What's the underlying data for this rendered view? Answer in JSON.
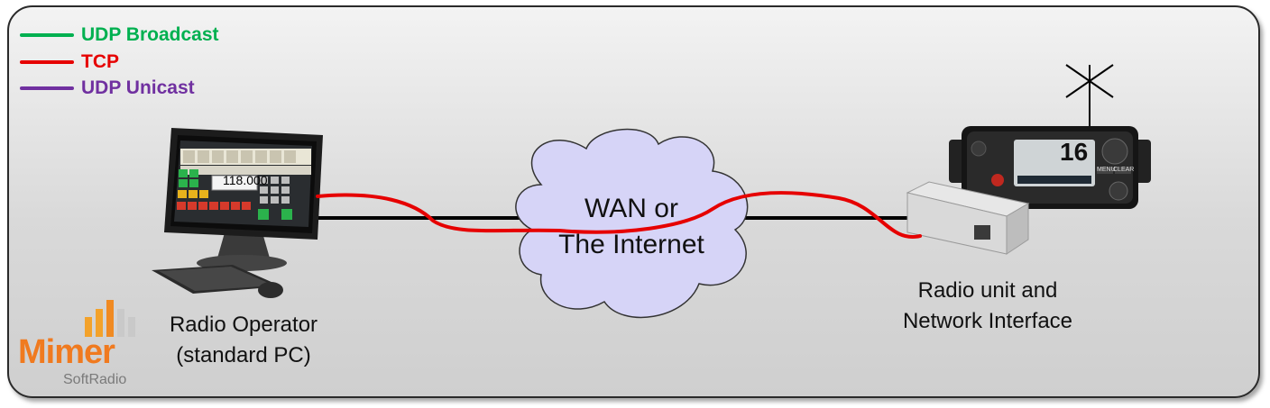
{
  "legend": [
    {
      "label": "UDP Broadcast",
      "color": "#00b050"
    },
    {
      "label": "TCP",
      "color": "#e60000"
    },
    {
      "label": "UDP Unicast",
      "color": "#7030a0"
    }
  ],
  "cloud": {
    "line1": "WAN or",
    "line2": "The Internet"
  },
  "operator": {
    "line1": "Radio Operator",
    "line2": "(standard PC)"
  },
  "radio": {
    "line1": "Radio unit and",
    "line2": "Network Interface"
  },
  "pc_screen": {
    "frequency": "118.000"
  },
  "radio_display": {
    "channel": "16",
    "button_1": "CLEAR",
    "button_2": "MENU"
  },
  "logo": {
    "word": "Mimer",
    "sub": "SoftRadio"
  },
  "colors": {
    "tcp_link": "#e60000",
    "wire": "#000000",
    "cloud_fill": "#d6d4f7",
    "logo_orange": "#f07a1f"
  }
}
